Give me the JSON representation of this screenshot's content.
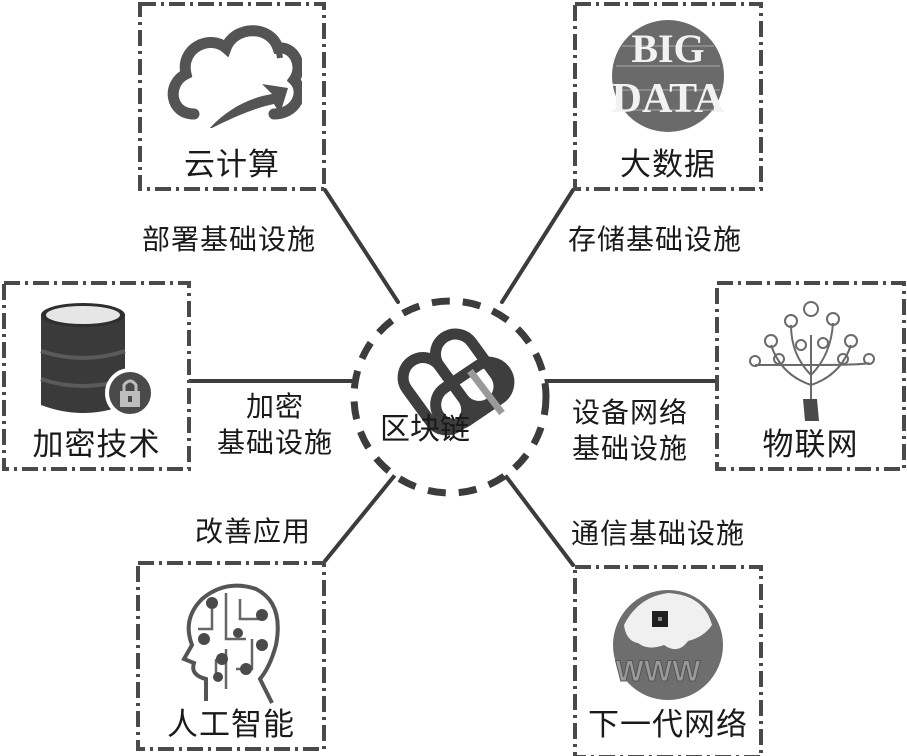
{
  "diagram": {
    "center": {
      "label": "区块链",
      "icon": "chain-link-icon"
    },
    "nodes": [
      {
        "id": "cloud",
        "label": "云计算",
        "icon": "cloud-sync-icon",
        "edge_label": "部署基础设施"
      },
      {
        "id": "bigdata",
        "label": "大数据",
        "icon": "big-data-icon",
        "icon_text_1": "BIG",
        "icon_text_2": "DATA",
        "edge_label": "存储基础设施"
      },
      {
        "id": "crypto",
        "label": "加密技术",
        "icon": "encrypted-database-icon",
        "edge_label_line1": "加密",
        "edge_label_line2": "基础设施"
      },
      {
        "id": "iot",
        "label": "物联网",
        "icon": "iot-tree-icon",
        "edge_label_line1": "设备网络",
        "edge_label_line2": "基础设施"
      },
      {
        "id": "ai",
        "label": "人工智能",
        "icon": "ai-head-circuit-icon",
        "edge_label": "改善应用"
      },
      {
        "id": "nextnet",
        "label": "下一代网络",
        "icon": "www-globe-icon",
        "icon_text": "WWW",
        "edge_label": "通信基础设施"
      }
    ],
    "colors": {
      "stroke": "#3c3c3c",
      "frame": "#4a4a4a",
      "text": "#1a1a1a",
      "accent_gray": "#9a9a9a"
    }
  }
}
